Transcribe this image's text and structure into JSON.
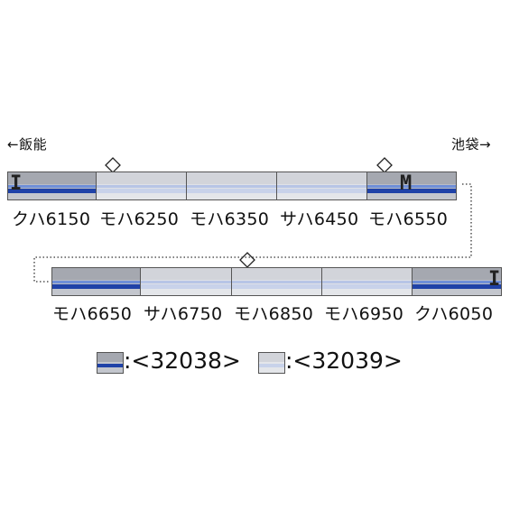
{
  "directions": {
    "left": "←飯能",
    "right": "池袋→"
  },
  "row1": {
    "cars": [
      {
        "type": "dark",
        "mark": "I"
      },
      {
        "type": "light"
      },
      {
        "type": "light"
      },
      {
        "type": "light"
      },
      {
        "type": "dark",
        "mark": "M"
      }
    ],
    "labels": [
      "クハ6150",
      "モハ6250",
      "モハ6350",
      "サハ6450",
      "モハ6550"
    ]
  },
  "row2": {
    "cars": [
      {
        "type": "dark"
      },
      {
        "type": "light"
      },
      {
        "type": "light"
      },
      {
        "type": "light"
      },
      {
        "type": "dark",
        "mark": "I"
      }
    ],
    "labels": [
      "モハ6650",
      "サハ6750",
      "モハ6850",
      "モハ6950",
      "クハ6050"
    ]
  },
  "legend": [
    {
      "type": "dark",
      "text": ":<32038>"
    },
    {
      "type": "light",
      "text": ":<32039>"
    }
  ],
  "colors": {
    "stripe_blue": "#1f42a8",
    "body_dark": "#b9bcc4",
    "body_light": "#dfe1e6"
  }
}
